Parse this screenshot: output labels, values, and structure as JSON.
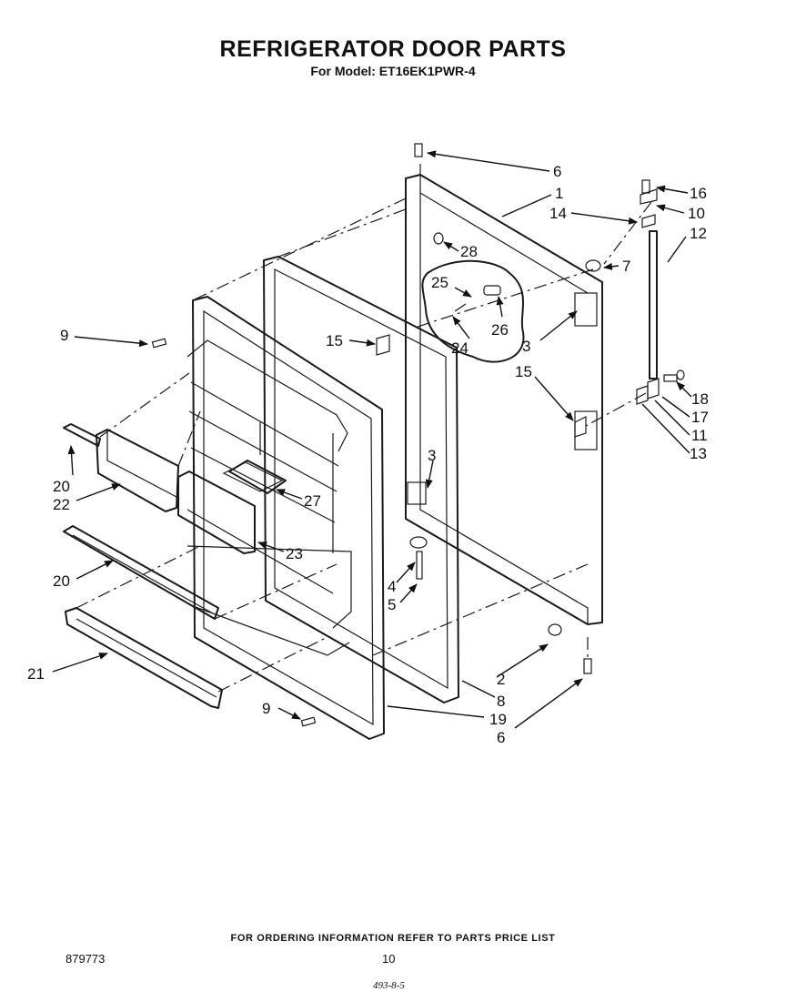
{
  "title": "REFRIGERATOR DOOR PARTS",
  "subtitle": "For Model: ET16EK1PWR-4",
  "footer": {
    "note": "FOR ORDERING INFORMATION REFER TO PARTS PRICE LIST",
    "doc_number": "879773",
    "page_number": "10",
    "date_mark": "493-8-5"
  },
  "callouts": [
    "6",
    "1",
    "14",
    "16",
    "10",
    "12",
    "28",
    "7",
    "25",
    "26",
    "24",
    "3",
    "15",
    "9",
    "15",
    "18",
    "17",
    "11",
    "13",
    "20",
    "22",
    "27",
    "3",
    "23",
    "20",
    "4",
    "5",
    "21",
    "2",
    "8",
    "9",
    "19",
    "6"
  ]
}
